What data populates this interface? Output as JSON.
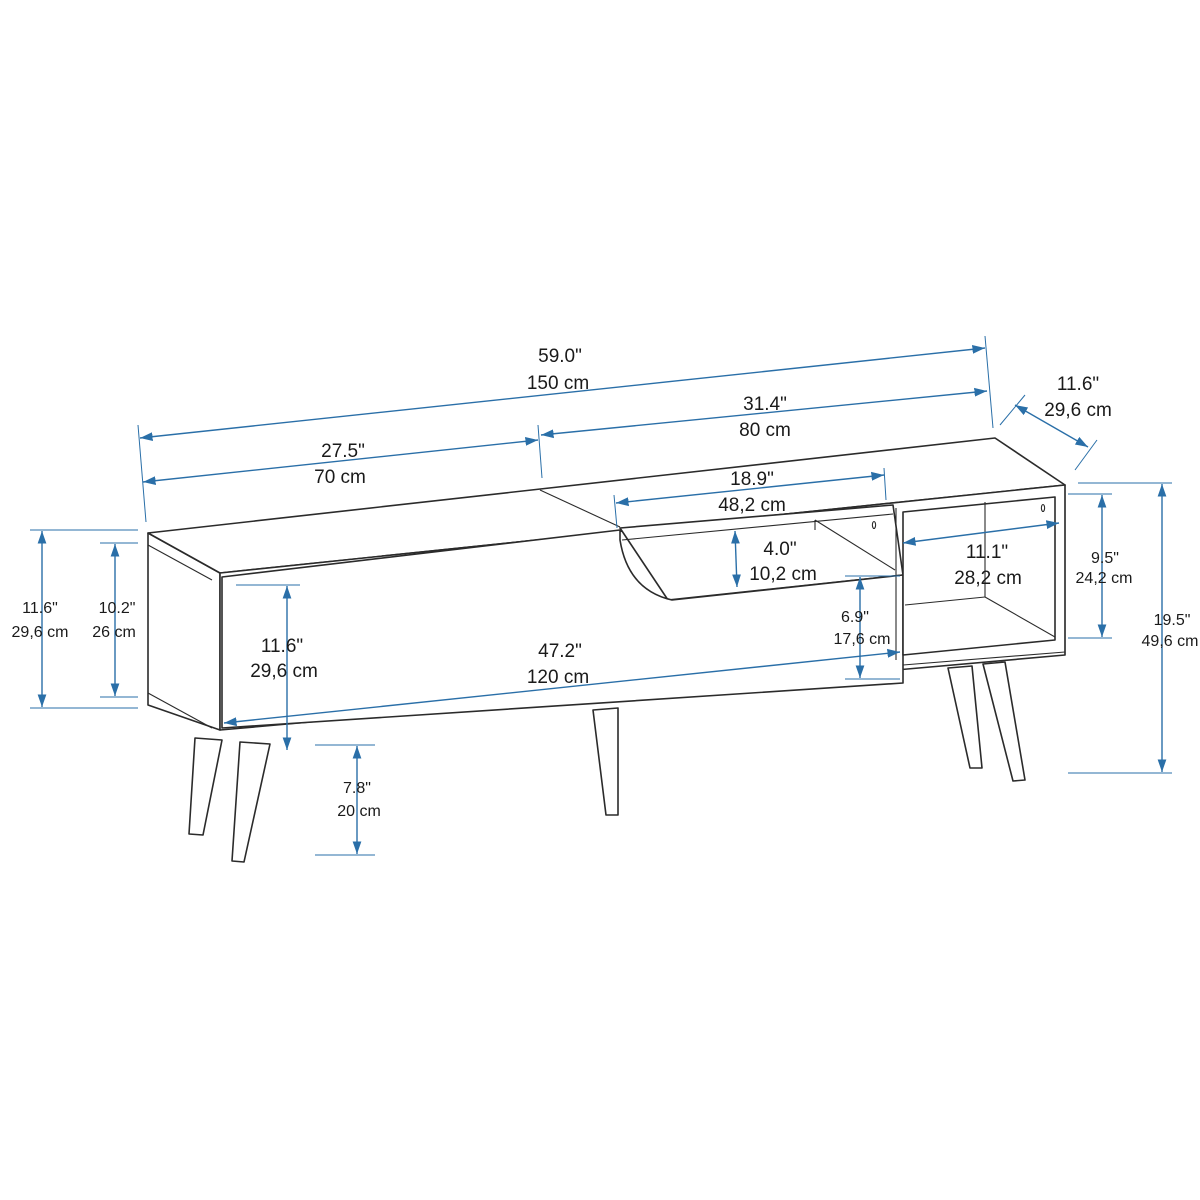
{
  "dimensions": {
    "total_width": {
      "in": "59.0\"",
      "cm": "150 cm"
    },
    "left_section_width": {
      "in": "27.5\"",
      "cm": "70 cm"
    },
    "right_section_width": {
      "in": "31.4\"",
      "cm": "80 cm"
    },
    "depth": {
      "in": "11.6\"",
      "cm": "29,6 cm"
    },
    "open_shelf_width": {
      "in": "18.9\"",
      "cm": "48,2 cm"
    },
    "open_shelf_height": {
      "in": "4.0\"",
      "cm": "10,2 cm"
    },
    "cubby_width": {
      "in": "11.1\"",
      "cm": "28,2 cm"
    },
    "cubby_height": {
      "in": "9.5\"",
      "cm": "24,2 cm"
    },
    "total_height": {
      "in": "19.5\"",
      "cm": "49,6 cm"
    },
    "side_height": {
      "in": "11.6\"",
      "cm": "29,6 cm"
    },
    "inner_height": {
      "in": "10.2\"",
      "cm": "26 cm"
    },
    "front_height": {
      "in": "11.6\"",
      "cm": "29,6 cm"
    },
    "front_width": {
      "in": "47.2\"",
      "cm": "120 cm"
    },
    "drawer_front_height": {
      "in": "6.9\"",
      "cm": "17,6 cm"
    },
    "leg_height": {
      "in": "7.8\"",
      "cm": "20 cm"
    }
  },
  "colors": {
    "dimension": "#2a6fa8",
    "outline": "#2b2b2b"
  }
}
